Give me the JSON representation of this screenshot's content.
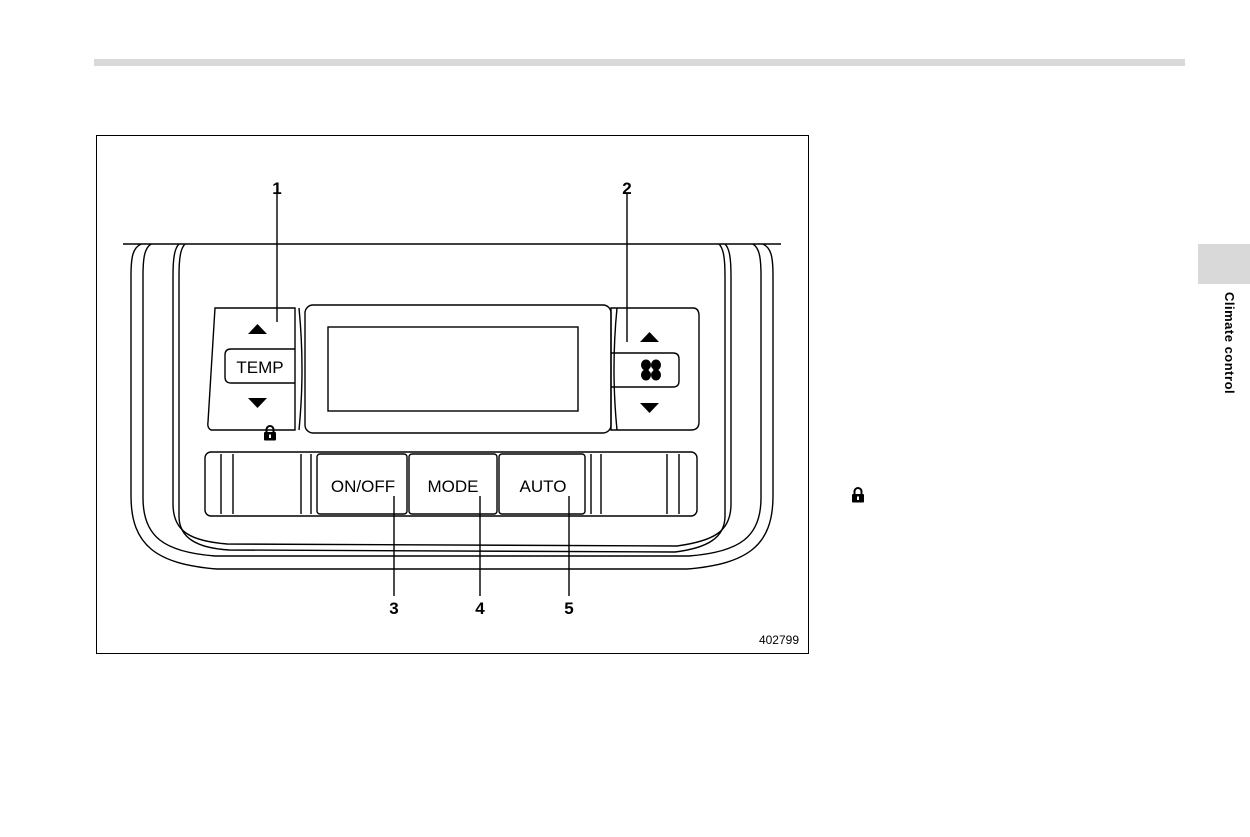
{
  "page": {
    "side_tab_label": "Climate control"
  },
  "figure": {
    "figure_id": "402799",
    "callouts": [
      "1",
      "2",
      "3",
      "4",
      "5"
    ],
    "buttons": {
      "temp": "TEMP",
      "on_off": "ON/OFF",
      "mode": "MODE",
      "auto": "AUTO"
    },
    "icons": {
      "fan": "fan-icon",
      "up": "triangle-up-icon",
      "down": "triangle-down-icon"
    }
  },
  "inline_icons": [
    "lock-icon",
    "lock-icon"
  ]
}
